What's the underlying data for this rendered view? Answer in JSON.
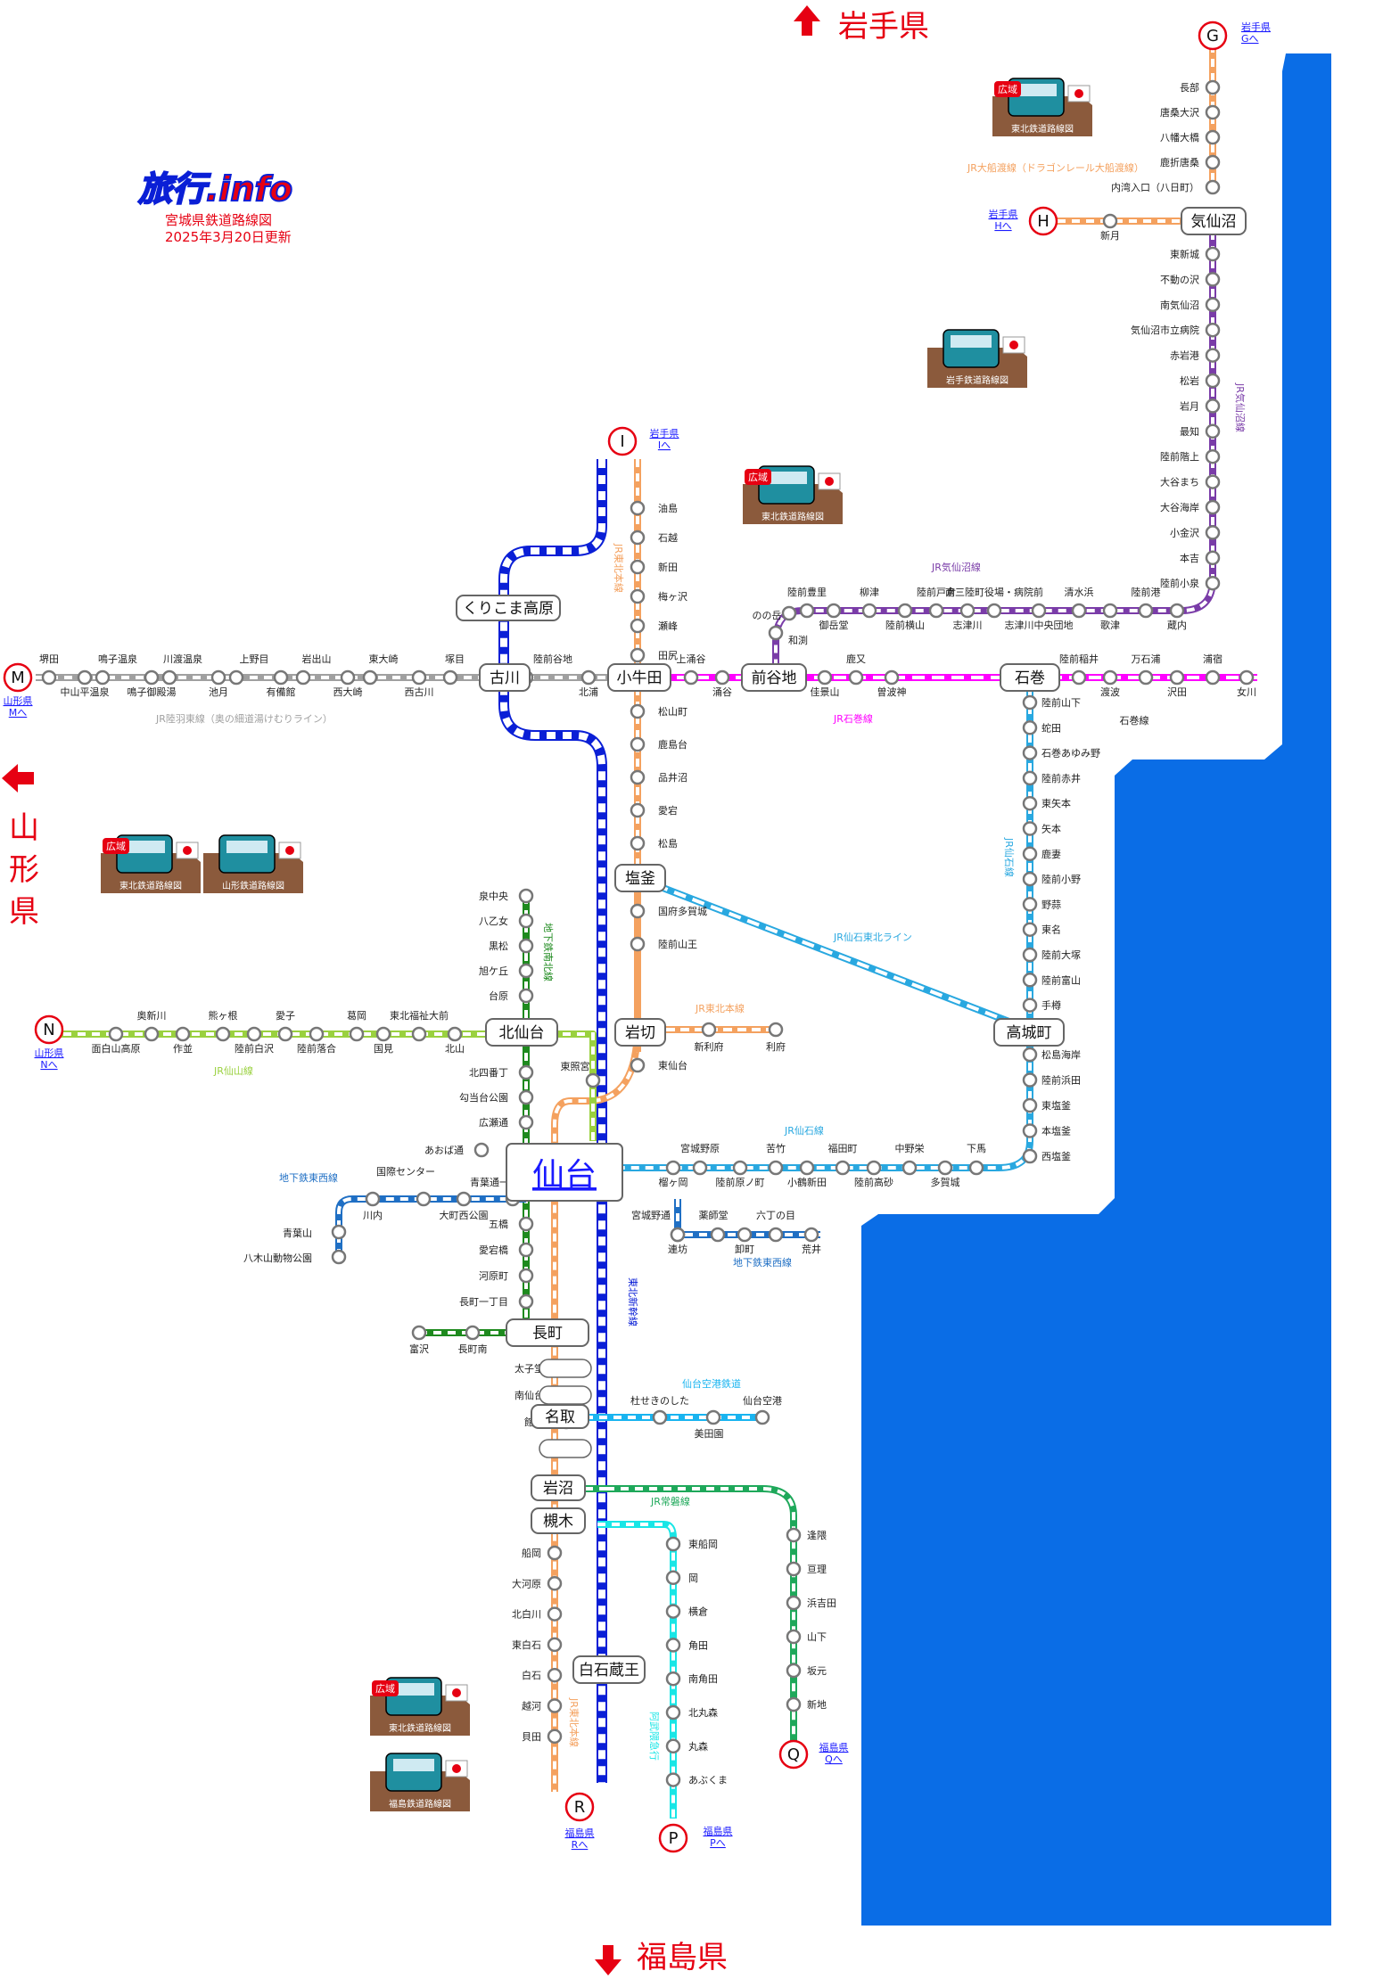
{
  "site": {
    "logo": "旅行.info",
    "title": "宮城県鉄道路線図",
    "updated": "2025年3月20日更新"
  },
  "directions": {
    "north": "岩手県",
    "west_chars": [
      "山",
      "形",
      "県"
    ],
    "south": "福島県"
  },
  "exits": [
    {
      "letter": "G",
      "pref": "岩手県",
      "to": "Gへ"
    },
    {
      "letter": "H",
      "pref": "岩手県",
      "to": "Hへ"
    },
    {
      "letter": "I",
      "pref": "岩手県",
      "to": "Iへ"
    },
    {
      "letter": "M",
      "pref": "山形県",
      "to": "Mへ"
    },
    {
      "letter": "N",
      "pref": "山形県",
      "to": "Nへ"
    },
    {
      "letter": "P",
      "pref": "福島県",
      "to": "Pへ"
    },
    {
      "letter": "Q",
      "pref": "福島県",
      "to": "Qへ"
    },
    {
      "letter": "R",
      "pref": "福島県",
      "to": "Rへ"
    }
  ],
  "banners": {
    "kouiki": "広域",
    "tohoku": "東北鉄道路線図",
    "iwate": "岩手鉄道路線図",
    "yamagata": "山形鉄道路線図",
    "fukushima": "福島鉄道路線図"
  },
  "colors": {
    "shinkansen": "#0a1fd6",
    "tohoku_main": "#f4a15f",
    "senseki": "#29a8e0",
    "senseki_tohoku": "#29a8e0",
    "ishinomaki": "#ff00ff",
    "kesennuma": "#7a3ca8",
    "ofunato": "#f4a15f",
    "rikuu_east": "#a0a0a0",
    "senzan": "#9ad13f",
    "namboku": "#1e8a1e",
    "tozai": "#1f6fc4",
    "airport": "#19b4f0",
    "joban": "#1ea85a",
    "abukuma": "#19e6e6",
    "sea": "#0a6de6",
    "accent": "#e60012"
  },
  "big_stations": {
    "sendai": "仙台",
    "kesennuma": "気仙沼",
    "kurikoma": "くりこま高原",
    "furukawa": "古川",
    "kogota": "小牛田",
    "maeyachi": "前谷地",
    "ishinomaki": "石巻",
    "shiogama": "塩釜",
    "kitasendai": "北仙台",
    "iwakiri": "岩切",
    "tagajo": "高城町",
    "nagamachi": "長町",
    "natori": "名取",
    "iwanuma": "岩沼",
    "tsukinoki": "槻木",
    "shiroishizao": "白石蔵王"
  },
  "line_labels": {
    "ofunato": "JR大船渡線（ドラゴンレール大船渡線）",
    "kesennuma_line": "JR気仙沼線",
    "tohoku_main_north": "JR東北本線",
    "rikuu_east": "JR陸羽東線（奥の細道湯けむりライン）",
    "ishinomaki_line": "JR石巻線",
    "senseki_tohoku": "JR仙石東北ライン",
    "senseki": "JR仙石線",
    "senseki2": "JR仙石線",
    "tohoku_iwakiri": "JR東北本線",
    "senzan": "JR仙山線",
    "namboku": "地下鉄南北線",
    "tozai_w": "地下鉄東西線",
    "tozai_e": "地下鉄東西線",
    "shinkansen": "東北新幹線",
    "airport": "仙台空港鉄道",
    "joban": "JR常磐線",
    "abukuma": "阿武隈急行",
    "tohoku_south": "JR東北本線"
  },
  "stations": {
    "ofunato": [
      "長部",
      "唐桑大沢",
      "八幡大橋",
      "鹿折唐桑",
      "内湾入口（八日町）"
    ],
    "ofunato_west": [
      "新月"
    ],
    "kesennuma_east": [
      "東新城",
      "不動の沢",
      "南気仙沼",
      "気仙沼市立病院",
      "赤岩港",
      "松岩",
      "岩月",
      "最知",
      "陸前階上",
      "大谷まち",
      "大谷海岸",
      "小金沢",
      "本吉",
      "陸前小泉"
    ],
    "kesennuma_top": [
      "陸前豊里",
      "柳津",
      "陸前戸倉",
      "南三陸町役場・病院前",
      "清水浜",
      "陸前港"
    ],
    "kesennuma_bottom": [
      "御岳堂",
      "陸前横山",
      "志津川",
      "志津川中央団地",
      "歌津",
      "蔵内"
    ],
    "kesennuma_west": [
      "のの岳",
      "和渕"
    ],
    "rikuu_top": [
      "堺田",
      "鳴子温泉",
      "川渡温泉",
      "上野目",
      "岩出山",
      "東大崎",
      "塚目",
      "陸前谷地"
    ],
    "rikuu_bottom": [
      "中山平温泉",
      "鳴子御殿湯",
      "池月",
      "有備館",
      "西大崎",
      "西古川",
      "北浦"
    ],
    "ishinomaki_top": [
      "上涌谷",
      "鹿又"
    ],
    "ishinomaki_bottom": [
      "涌谷",
      "佳景山",
      "曽波神"
    ],
    "ishinomaki_east_top": [
      "陸前稲井",
      "万石浦",
      "浦宿"
    ],
    "ishinomaki_east_bottom": [
      "渡波",
      "沢田",
      "女川"
    ],
    "ishinomaki_extra": [
      "石巻線"
    ],
    "tohoku_north": [
      "油島",
      "石越",
      "新田",
      "梅ヶ沢",
      "瀬峰",
      "田尻"
    ],
    "tohoku_mid": [
      "松山町",
      "鹿島台",
      "品井沼",
      "愛宕",
      "松島"
    ],
    "tohoku_shiogama": [
      "国府多賀城",
      "陸前山王"
    ],
    "tohoku_iwakiri": [
      "新利府",
      "利府"
    ],
    "tohoku_tokodai": [
      "東仙台"
    ],
    "senseki_north": [
      "陸前山下",
      "蛇田",
      "石巻あゆみ野",
      "陸前赤井",
      "東矢本",
      "矢本",
      "鹿妻",
      "陸前小野",
      "野蒜",
      "東名",
      "陸前大塚",
      "陸前富山",
      "手樽"
    ],
    "senseki_south": [
      "松島海岸",
      "陸前浜田",
      "東塩釜",
      "本塩釜",
      "西塩釜"
    ],
    "senseki_west_top": [
      "宮城野原",
      "苦竹",
      "福田町",
      "中野栄",
      "下馬"
    ],
    "senseki_west_bottom": [
      "榴ヶ岡",
      "陸前原ノ町",
      "小鶴新田",
      "陸前高砂",
      "多賀城"
    ],
    "senzan_top": [
      "奥新川",
      "熊ヶ根",
      "愛子",
      "葛岡",
      "東北福祉大前"
    ],
    "senzan_bottom": [
      "面白山高原",
      "作並",
      "陸前白沢",
      "陸前落合",
      "国見",
      "北山"
    ],
    "senzan_tosho": [
      "東照宮"
    ],
    "namboku_north": [
      "泉中央",
      "八乙女",
      "黒松",
      "旭ケ丘",
      "台原"
    ],
    "namboku_mid": [
      "北四番丁",
      "勾当台公園",
      "広瀬通"
    ],
    "namboku_south": [
      "五橋",
      "愛宕橋",
      "河原町",
      "長町一丁目"
    ],
    "namboku_end": [
      "富沢",
      "長町南"
    ],
    "tozai_west": [
      "八木山動物公園",
      "青葉山",
      "川内",
      "国際センター",
      "大町西公園",
      "青葉通一番町"
    ],
    "tozai_east_top": [
      "宮城野通",
      "薬師堂",
      "六丁の目"
    ],
    "tozai_east_bottom": [
      "連坊",
      "卸町",
      "荒井"
    ],
    "aoba": [
      "あおば通"
    ],
    "tohoku_south": [
      "太子堂",
      "南仙台",
      "館腰"
    ],
    "airport": [
      "杜せきのした",
      "美田園",
      "仙台空港"
    ],
    "joban": [
      "逢隈",
      "亘理",
      "浜吉田",
      "山下",
      "坂元",
      "新地"
    ],
    "abukuma": [
      "東船岡",
      "岡",
      "横倉",
      "角田",
      "南角田",
      "北丸森",
      "丸森",
      "あぶくま"
    ],
    "tohoku_south2": [
      "船岡",
      "大河原",
      "北白川",
      "東白石",
      "白石",
      "越河",
      "貝田"
    ]
  },
  "geo": {
    "sea_label": ""
  }
}
